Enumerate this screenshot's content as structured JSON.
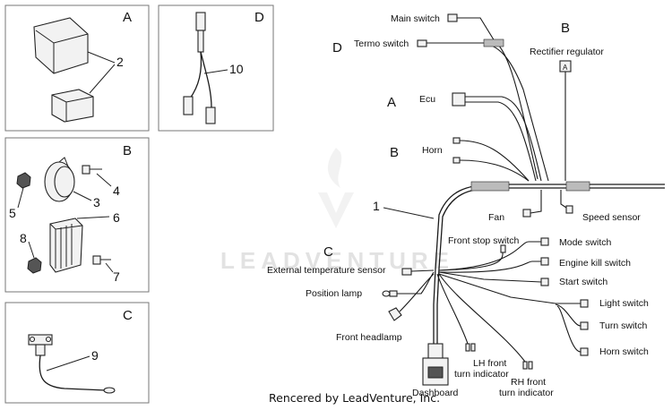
{
  "sections": {
    "a1": "A",
    "b1": "B",
    "c1": "C",
    "d1": "D",
    "a2": "A",
    "b2": "B",
    "c2": "C",
    "d2": "D"
  },
  "part_numbers": [
    "1",
    "2",
    "3",
    "4",
    "5",
    "6",
    "7",
    "8",
    "9",
    "10"
  ],
  "labels": {
    "main_switch": "Main switch",
    "termo_switch": "Termo switch",
    "rectifier_regulator": "Rectifier regulator",
    "ecu": "Ecu",
    "horn": "Horn",
    "fan": "Fan",
    "speed_sensor": "Speed sensor",
    "front_stop_switch": "Front stop switch",
    "mode_switch": "Mode switch",
    "engine_kill_switch": "Engine kill switch",
    "external_temperature_sensor": "External temperature sensor",
    "start_switch": "Start switch",
    "position_lamp": "Position lamp",
    "light_switch": "Light switch",
    "turn_switch": "Turn switch",
    "front_headlamp": "Front headlamp",
    "horn_switch": "Horn switch",
    "lh_front_1": "LH front",
    "lh_front_2": "turn indicator",
    "rh_front_1": "RH front",
    "rh_front_2": "turn indicator",
    "dashboard": "Dashboard"
  },
  "watermark": "LEADVENTURE",
  "credit": "Rencered by LeadVenture, Inc."
}
